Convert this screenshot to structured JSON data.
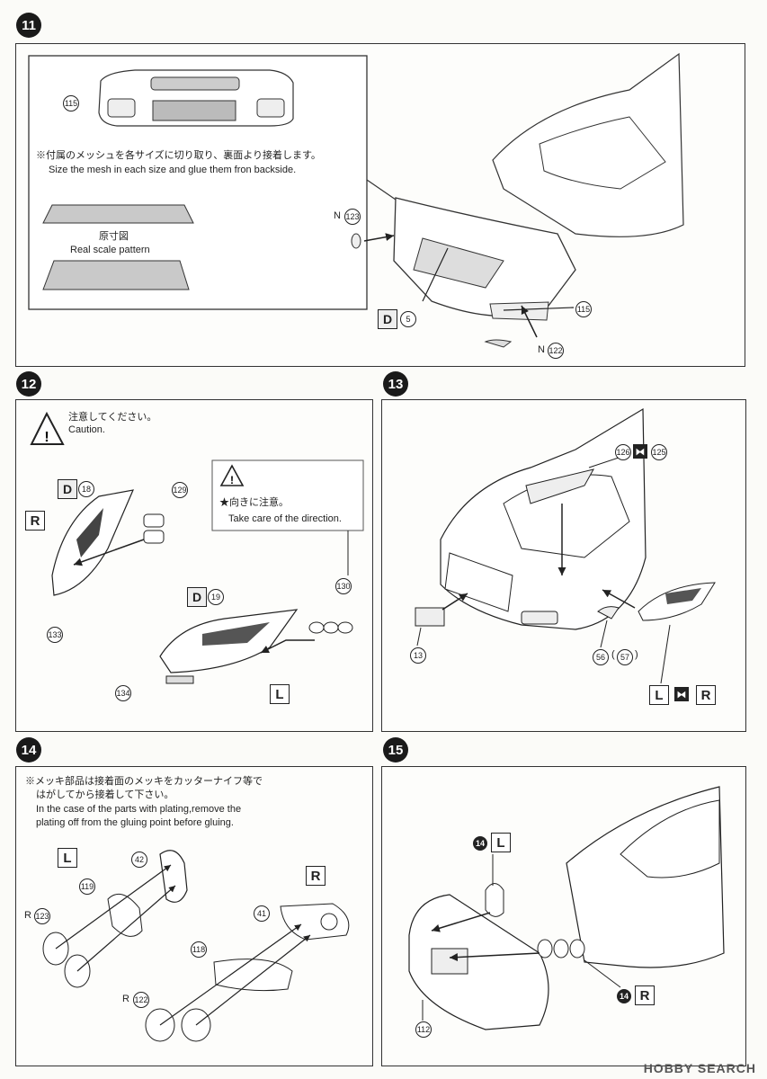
{
  "steps": {
    "s11": {
      "number": "11",
      "note_jp": "※付属のメッシュを各サイズに切り取り、裏面より接着します。",
      "note_en": "Size the mesh in each size and glue them fron backside.",
      "real_scale_jp": "原寸図",
      "real_scale_en": "Real scale pattern",
      "part_115a": "115",
      "part_115b": "115",
      "label_n_a": "N",
      "part_123": "123",
      "label_d": "D",
      "part_5": "5",
      "label_n_b": "N",
      "part_122": "122"
    },
    "s12": {
      "number": "12",
      "caution_jp": "注意してください。",
      "caution_en": "Caution.",
      "direction_jp": "★向きに注意。",
      "direction_en": "Take care of the direction.",
      "label_d18": "D",
      "part_18": "18",
      "label_r": "R",
      "part_129": "129",
      "part_130": "130",
      "part_133": "133",
      "label_d19": "D",
      "part_19": "19",
      "part_134": "134",
      "label_l": "L"
    },
    "s13": {
      "number": "13",
      "part_126": "126",
      "part_125": "125",
      "part_13": "13",
      "part_56": "56",
      "part_57": "57",
      "label_l": "L",
      "label_r": "R"
    },
    "s14": {
      "number": "14",
      "note_jp_1": "※メッキ部品は接着面のメッキをカッターナイフ等で",
      "note_jp_2": "はがしてから接着して下さい。",
      "note_en_1": "In the case of the parts with plating,remove the",
      "note_en_2": "plating off from the gluing point before gluing.",
      "label_l": "L",
      "label_r": "R",
      "part_42": "42",
      "part_119": "119",
      "label_r123": "R",
      "part_123": "123",
      "part_41": "41",
      "part_118": "118",
      "label_r122": "R",
      "part_122": "122"
    },
    "s15": {
      "number": "15",
      "ref_14a": "14",
      "label_l": "L",
      "ref_14b": "14",
      "label_r": "R",
      "part_112": "112"
    }
  },
  "watermark": "HOBBY SEARCH"
}
